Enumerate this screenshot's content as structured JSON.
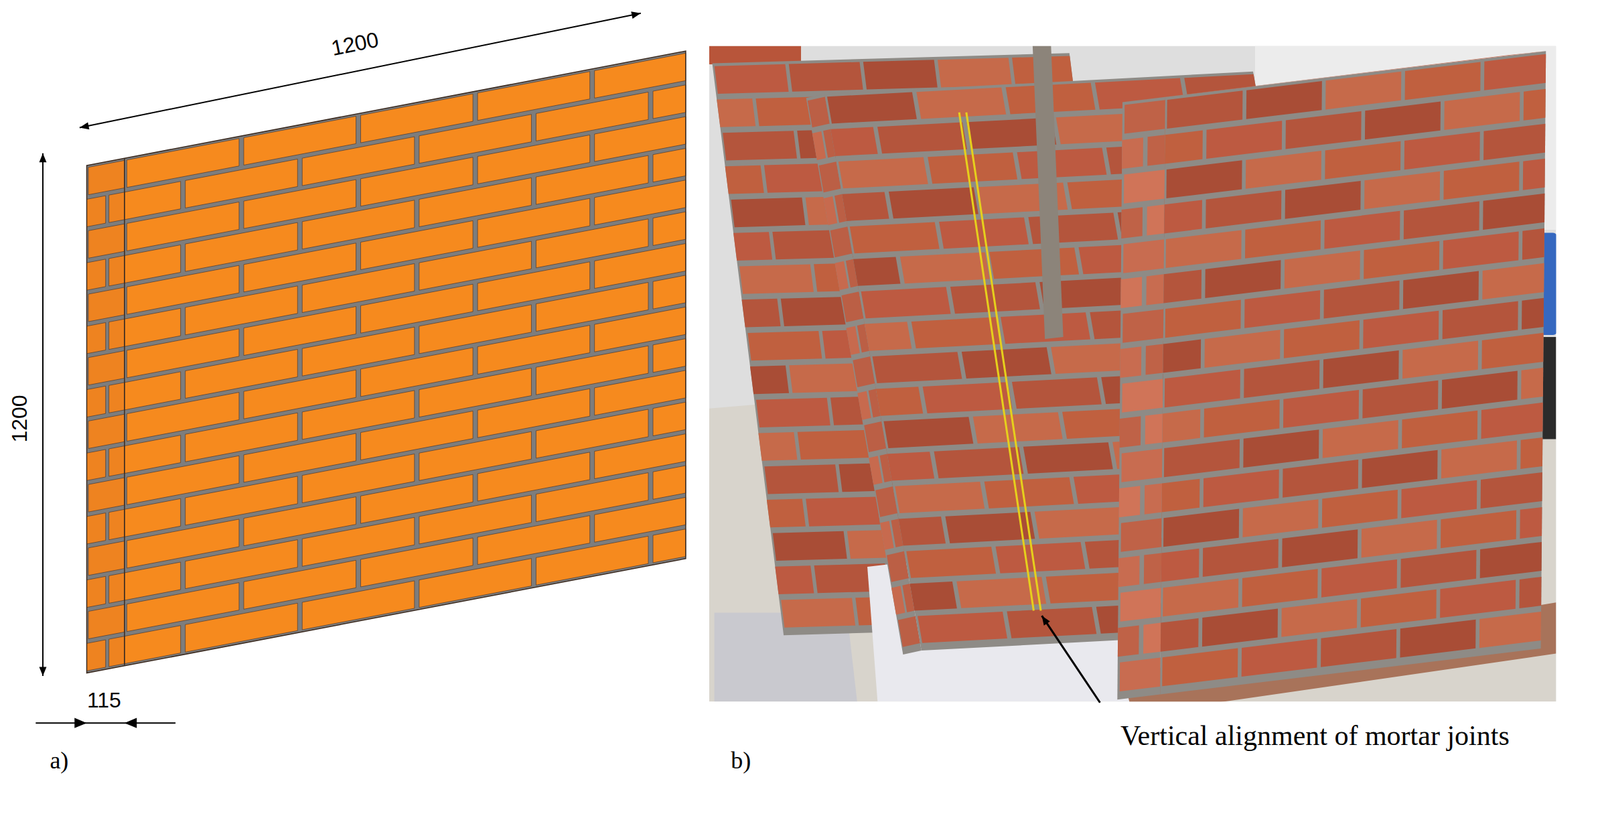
{
  "diagram": {
    "labels": [
      "1200",
      "1200",
      "115",
      "a)",
      "b)",
      "Vertical alignment of mortar joints"
    ]
  }
}
